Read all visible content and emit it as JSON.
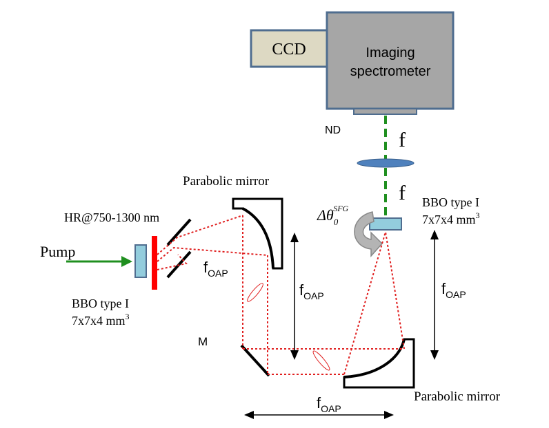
{
  "labels": {
    "ccd": "CCD",
    "spectrometer_line1": "Imaging",
    "spectrometer_line2": "spectrometer",
    "nd": "ND",
    "f_top": "f",
    "f_mid": "f",
    "parabolic_mirror_top": "Parabolic mirror",
    "parabolic_mirror_bottom": "Parabolic mirror",
    "hr_coating": "HR@750-1300 nm",
    "pump": "Pump",
    "bbo_left_line1": "BBO type I",
    "bbo_left_line2": "7x7x4 mm",
    "bbo_left_sup": "3",
    "bbo_right_line1": "BBO type I",
    "bbo_right_line2": "7x7x4 mm",
    "bbo_right_sup": "3",
    "mirror_m": "M",
    "angle_delta_theta": "Δθ",
    "angle_sub": "0",
    "angle_sup": "SFG",
    "foap_f": "f",
    "foap_sub": "OAP"
  },
  "colors": {
    "spectrometer_fill": "#a6a6a6",
    "ccd_fill": "#ddd9c3",
    "box_stroke": "#4f6d8f",
    "lens_fill": "#4f81bd",
    "bbo_fill": "#93cddd",
    "green_beam": "#1f8f1f",
    "red_beam": "#e02020",
    "hr_mirror": "#ff0000",
    "rotation_arrow": "#b4b4b4"
  }
}
